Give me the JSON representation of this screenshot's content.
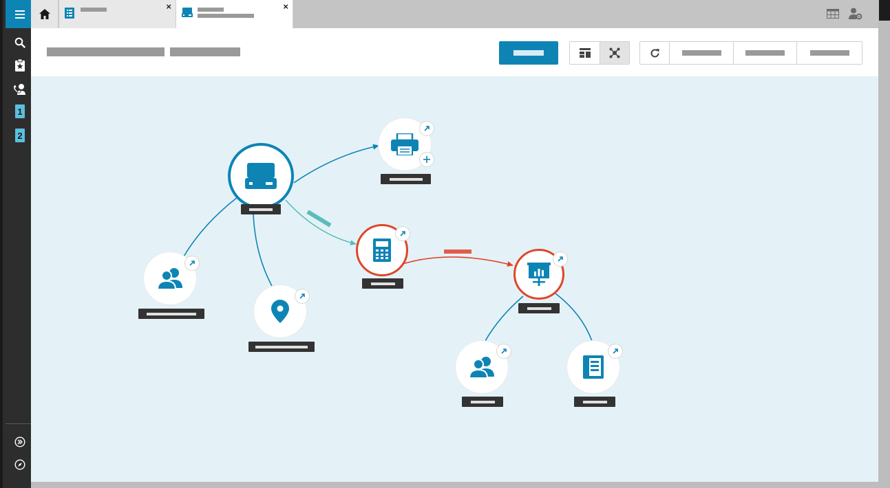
{
  "colors": {
    "accent": "#0e84b5",
    "alert": "#e0452a",
    "link_teal": "#5bbcbc",
    "canvas_bg": "#e4f2f7",
    "sidebar_bg": "#2d2d2d",
    "label_bg": "#333333"
  },
  "sidebar": {
    "items": [
      {
        "icon": "menu-icon"
      },
      {
        "icon": "search-icon"
      },
      {
        "icon": "clipboard-star-icon"
      },
      {
        "icon": "user-phone-icon"
      },
      {
        "icon": "badge-1-icon",
        "text": "1"
      },
      {
        "icon": "badge-2-icon",
        "text": "2"
      }
    ],
    "bottom_items": [
      {
        "icon": "expand-icon"
      },
      {
        "icon": "compass-icon"
      }
    ]
  },
  "tabs": [
    {
      "icon": "home-icon"
    },
    {
      "icon": "list-icon",
      "close": "×"
    },
    {
      "icon": "device-icon",
      "close": "×",
      "active": true
    }
  ],
  "topbar_icons": [
    "layout-icon",
    "user-settings-icon"
  ],
  "toolbar": {
    "view_buttons": [
      "table-view-icon",
      "graph-view-icon"
    ],
    "refresh_icon": "refresh-icon"
  },
  "graph": {
    "nodes": [
      {
        "id": "device",
        "icon": "device-icon",
        "style": "primary"
      },
      {
        "id": "printer",
        "icon": "printer-icon",
        "style": "plain",
        "extra_badge": "+"
      },
      {
        "id": "calculator",
        "icon": "calculator-icon",
        "style": "alert"
      },
      {
        "id": "users-left",
        "icon": "users-icon",
        "style": "plain"
      },
      {
        "id": "location",
        "icon": "location-pin-icon",
        "style": "plain"
      },
      {
        "id": "presentation",
        "icon": "presentation-icon",
        "style": "alert"
      },
      {
        "id": "users-bottom",
        "icon": "users-icon",
        "style": "plain"
      },
      {
        "id": "document",
        "icon": "document-icon",
        "style": "plain"
      }
    ],
    "edges": [
      {
        "from": "device",
        "to": "printer",
        "color": "accent",
        "arrow": true
      },
      {
        "from": "device",
        "to": "calculator",
        "color": "link_teal",
        "arrow": true
      },
      {
        "from": "device",
        "to": "users-left",
        "color": "accent"
      },
      {
        "from": "device",
        "to": "location",
        "color": "accent"
      },
      {
        "from": "calculator",
        "to": "presentation",
        "color": "alert",
        "arrow": true
      },
      {
        "from": "presentation",
        "to": "users-bottom",
        "color": "accent"
      },
      {
        "from": "presentation",
        "to": "document",
        "color": "accent"
      }
    ]
  }
}
